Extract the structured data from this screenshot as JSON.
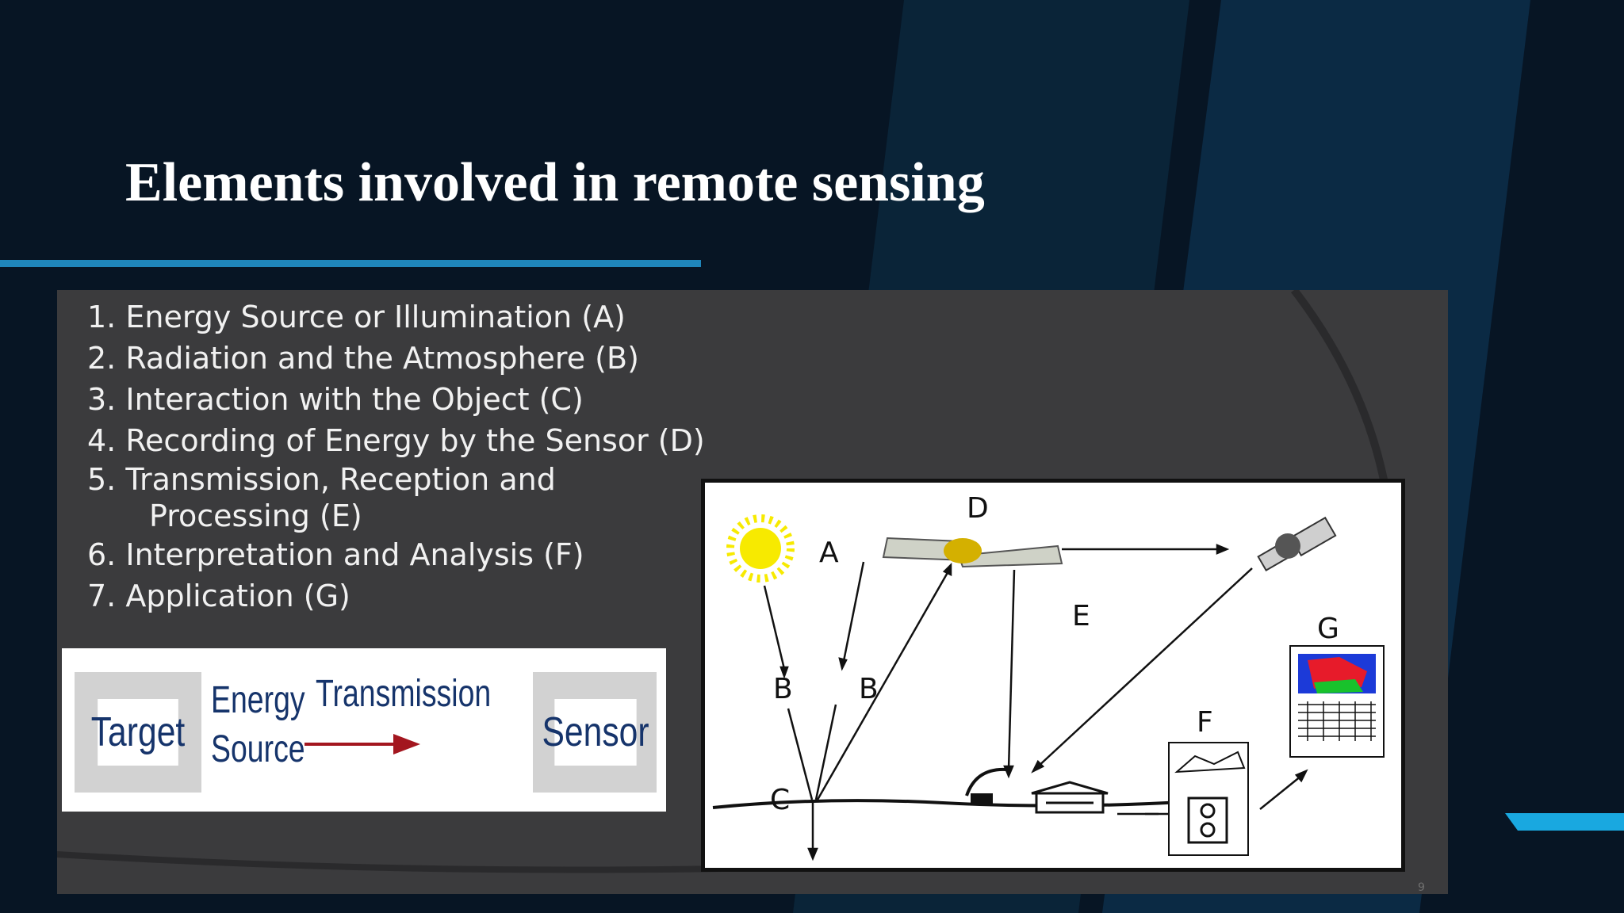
{
  "slide": {
    "title": "Elements involved in remote sensing"
  },
  "elements_list": [
    {
      "number": "1.",
      "text": "Energy Source or Illumination (A)"
    },
    {
      "number": "2.",
      "text": "Radiation and the Atmosphere (B)"
    },
    {
      "number": "3.",
      "text": "Interaction with the Object (C)"
    },
    {
      "number": "4.",
      "text": "Recording of Energy by the Sensor (D)"
    },
    {
      "number": "5.",
      "text": "Transmission, Reception and",
      "continuation": "Processing (E)"
    },
    {
      "number": "6.",
      "text": "Interpretation and Analysis (F)"
    },
    {
      "number": "7.",
      "text": "Application (G)"
    }
  ],
  "flow_diagram": {
    "target": "Target",
    "source_line1": "Energy",
    "source_line2": "Source",
    "transmission": "Transmission",
    "sensor": "Sensor"
  },
  "diagram_labels": {
    "A": "A",
    "B1": "B",
    "B2": "B",
    "C": "C",
    "D": "D",
    "E": "E",
    "F": "F",
    "G": "G"
  },
  "page_number": "9",
  "colors": {
    "background": "#071524",
    "stripe": "#0b2a44",
    "accent_rule": "#1f86bb",
    "corner_accent": "#19a8e0",
    "panel": "#3b3b3d",
    "list_text": "#f1f1f1",
    "flow_text": "#16346b",
    "flow_arrow": "#a3161f",
    "sun": "#f7ea00"
  }
}
